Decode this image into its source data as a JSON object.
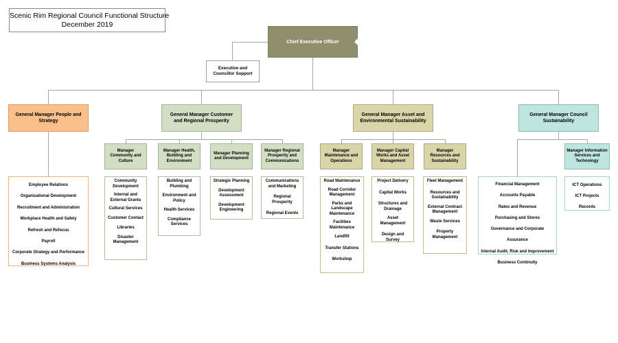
{
  "title": {
    "line1": "Scenic Rim Regional Council Functional Structure",
    "line2": "December 2019"
  },
  "colors": {
    "ceo": "#8f8f6c",
    "people_strategy": "#fbbf8a",
    "customer_planning": "#d2dfc4",
    "asset_environment": "#dad5a8",
    "council_sustainability": "#bfe5e1",
    "connector": "#a6a6a6"
  },
  "ceo": "Chief Executive Officer",
  "executive_support": "Executive and Councillor Support",
  "general_managers": [
    "General Manager People and Strategy",
    "General Manager Customer and Regional Prosperity",
    "General Manager Asset and Environmental Sustainability",
    "General Manager Council Sustainability"
  ],
  "people_strategy_functions": [
    "Employee Relations",
    "Organisational Development",
    "Recruitment and Administration",
    "Workplace Health and Safety",
    "Refresh and Refocus",
    "Payroll",
    "Corporate Strategy and Performance",
    "Business Systems Analysis"
  ],
  "customer_managers": [
    {
      "title": "Manager Community and Culture",
      "functions": [
        "Community Development",
        "Internal and External Grants",
        "Cultural Services",
        "Customer Contact",
        "Libraries",
        "Disaster Management"
      ]
    },
    {
      "title": "Manager Health, Building and Environment",
      "functions": [
        "Building and Plumbing",
        "Environment and Policy",
        "Health Services",
        "Compliance Services"
      ]
    },
    {
      "title": "Manager Planning and Development",
      "functions": [
        "Strategic Planning",
        "Development Assessment",
        "Development Engineering"
      ]
    },
    {
      "title": "Manager Regional Prosperity and Communications",
      "functions": [
        "Communications and Marketing",
        "Regional Prosperity",
        "Regional Events"
      ]
    }
  ],
  "asset_managers": [
    {
      "title": "Manager Maintenance and Operations",
      "functions": [
        "Road Maintenance",
        "Road Corridor Management",
        "Parks and Landscape Maintenance",
        "Facilities Maintenance",
        "Landfill",
        "Transfer Stations",
        "Workshop"
      ]
    },
    {
      "title": "Manager Capital Works and Asset Management",
      "functions": [
        "Project Delivery",
        "Capital Works",
        "Structures and Drainage",
        "Asset Management",
        "Design and Survey"
      ]
    },
    {
      "title": "Manager Resources and Sustainability",
      "functions": [
        "Fleet Management",
        "Resources and Sustainability",
        "External Contract Management",
        "Waste Services",
        "Property Management"
      ]
    }
  ],
  "council_sustainability_functions": [
    "Financial Management",
    "Accounts Payable",
    "Rates and Revenue",
    "Purchasing and Stores",
    "Governance and Corporate Assurance",
    "Internal Audit, Risk and Improvement",
    "Business Continuity"
  ],
  "ict_manager": {
    "title": "Manager Information Services and Technology",
    "functions": [
      "ICT Operations",
      "ICT Projects",
      "Records"
    ]
  }
}
